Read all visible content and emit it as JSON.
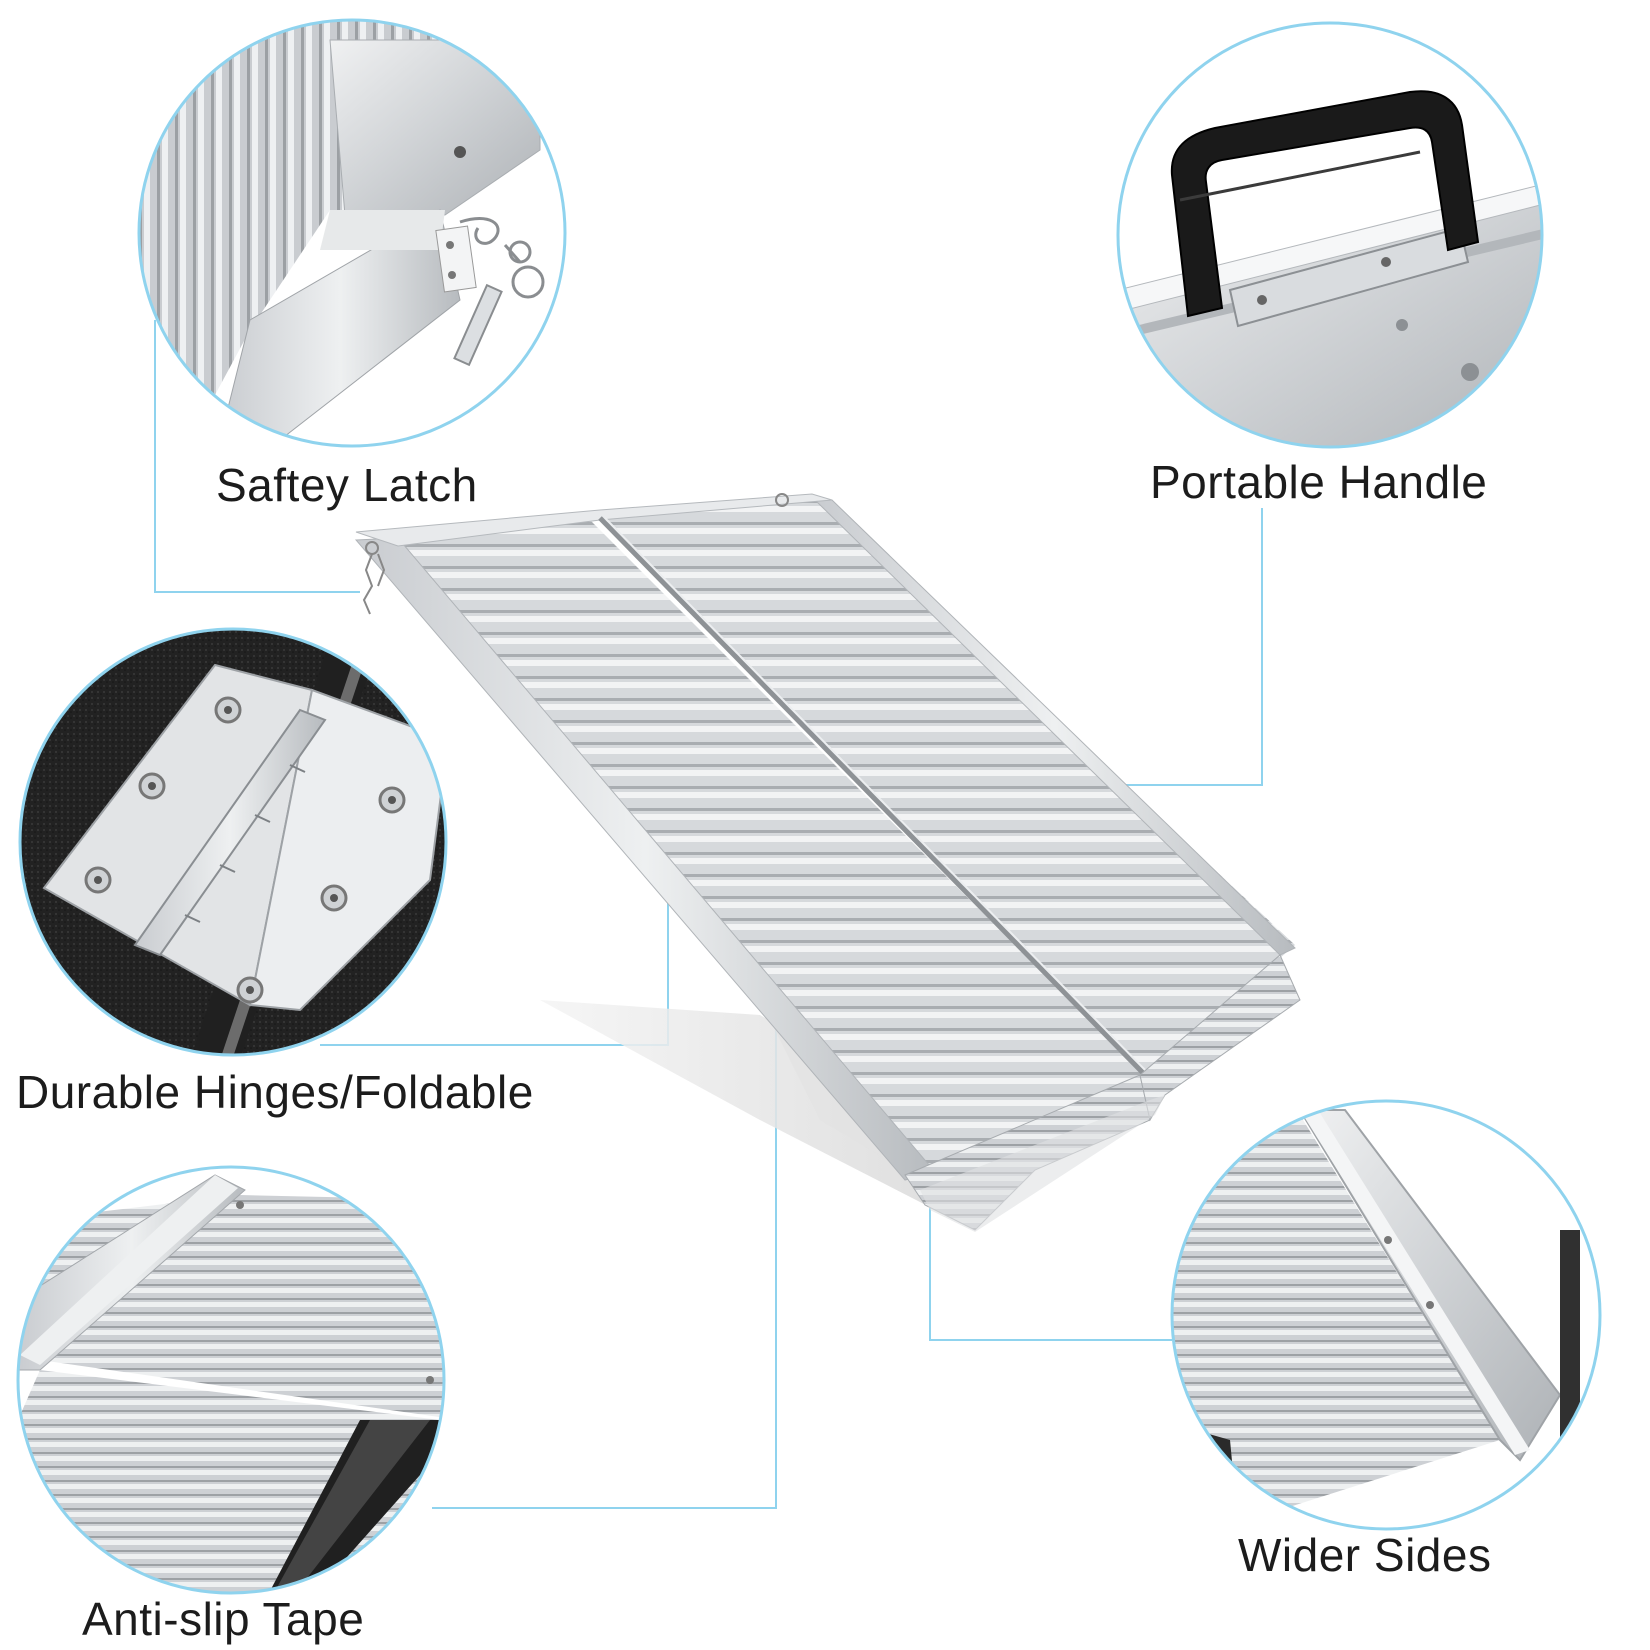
{
  "features": {
    "safety_latch": "Saftey Latch",
    "portable_handle": "Portable Handle",
    "durable_hinges": "Durable Hinges/Foldable",
    "wider_sides": "Wider Sides",
    "anti_slip_tape": "Anti-slip Tape"
  },
  "colors": {
    "callout_circle": "#8fd3ee",
    "leader_line": "#8fd3ee",
    "aluminum_light": "#e4e6e8",
    "aluminum_mid": "#c4c7ca",
    "aluminum_dark": "#9a9ea2",
    "handle_black": "#1a1a1a",
    "label_text": "#1c1c1c"
  }
}
